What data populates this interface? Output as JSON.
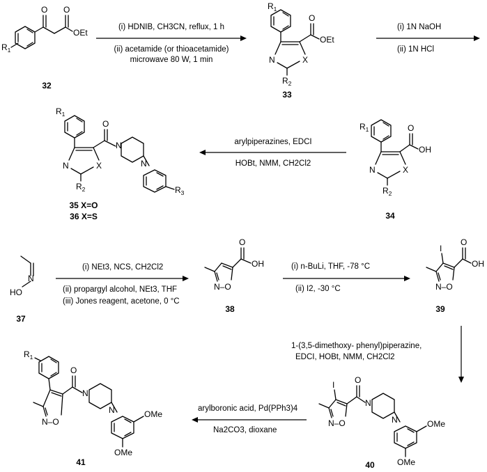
{
  "compounds": {
    "c32": "32",
    "c33": "33",
    "c34": "34",
    "c35": "35 X=O",
    "c36": "36 X=S",
    "c37": "37",
    "c38": "38",
    "c39": "39",
    "c40": "40",
    "c41": "41"
  },
  "atoms": {
    "o": "O",
    "oet": "OEt",
    "oh": "OH",
    "n": "N",
    "x": "X",
    "me": "OMe",
    "i": "I",
    "no": "N–O",
    "ho": "HO",
    "r": "R",
    "s1": "1",
    "s2": "2",
    "s3": "3"
  },
  "conditions": {
    "step1_line1": "(i) HDNIB, CH3CN, reflux, 1 h",
    "step1_line2": "(ii) acetamide (or thioacetamide)",
    "step1_line3": "microwave 80 W, 1 min",
    "step2_line1": "(i) 1N NaOH",
    "step2_line2": "(ii) 1N HCl",
    "step3_line1": "arylpiperazines, EDCI",
    "step3_line2": "HOBt, NMM, CH2Cl2",
    "step4_line1": "(i) NEt3, NCS, CH2Cl2",
    "step4_line2": "(ii) propargyl alcohol, NEt3, THF",
    "step4_line3": "(iii) Jones reagent, acetone, 0 °C",
    "step5_line1": "(i) n-BuLi, THF, -78 °C",
    "step5_line2": "(ii) I2, -30 °C",
    "step6_line1": "1-(3,5-dimethoxy- phenyl)piperazine,",
    "step6_line2": "EDCI, HOBt, NMM, CH2Cl2",
    "step7_line1": "arylboronic acid, Pd(PPh3)4",
    "step7_line2": "Na2CO3, dioxane"
  }
}
